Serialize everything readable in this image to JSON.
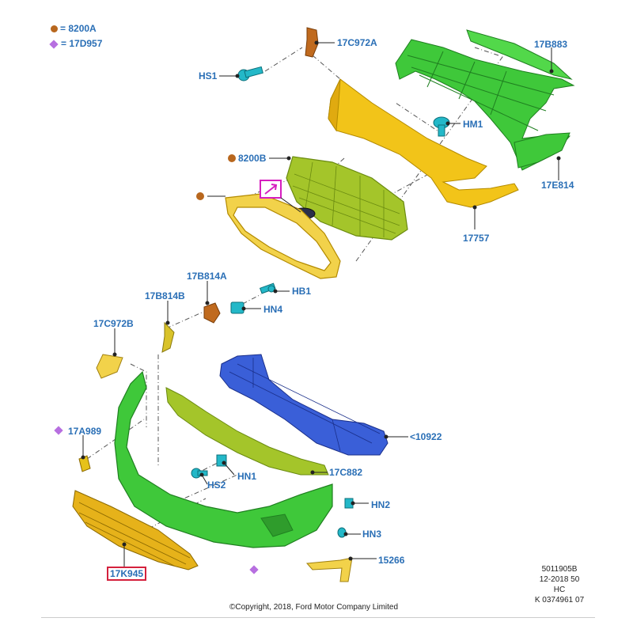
{
  "legend": {
    "items": [
      {
        "symbol": "dot",
        "color": "#b8671e",
        "text": "= 8200A"
      },
      {
        "symbol": "diamond",
        "color": "#b76fe0",
        "text": "= 17D957"
      }
    ]
  },
  "labels": {
    "17C972A": "17C972A",
    "17B883": "17B883",
    "HS1": "HS1",
    "HM1": "HM1",
    "8200B": "8200B",
    "17E814": "17E814",
    "17757": "17757",
    "17B814A": "17B814A",
    "HB1": "HB1",
    "17B814B": "17B814B",
    "HN4": "HN4",
    "17C972B": "17C972B",
    "17A989": "17A989",
    "10922": "<10922",
    "HN1": "HN1",
    "17C882": "17C882",
    "HS2": "HS2",
    "HN2": "HN2",
    "HN3": "HN3",
    "15266": "15266",
    "17K945": "17K945"
  },
  "meta": {
    "line1": "5011905B",
    "line2": "12-2018 50",
    "line3": "HC",
    "line4": "K 0374961 07"
  },
  "copyright": "©Copyright, 2018, Ford Motor Company Limited",
  "colors": {
    "label": "#2a6fb6",
    "green": "#3fc83a",
    "yellow": "#f2c419",
    "olive": "#a4c52a",
    "blue": "#3a5fd8",
    "cyan": "#23b8c8",
    "orange": "#c06a1e",
    "magenta": "#d61fbf",
    "highlight": "#d4213d"
  }
}
